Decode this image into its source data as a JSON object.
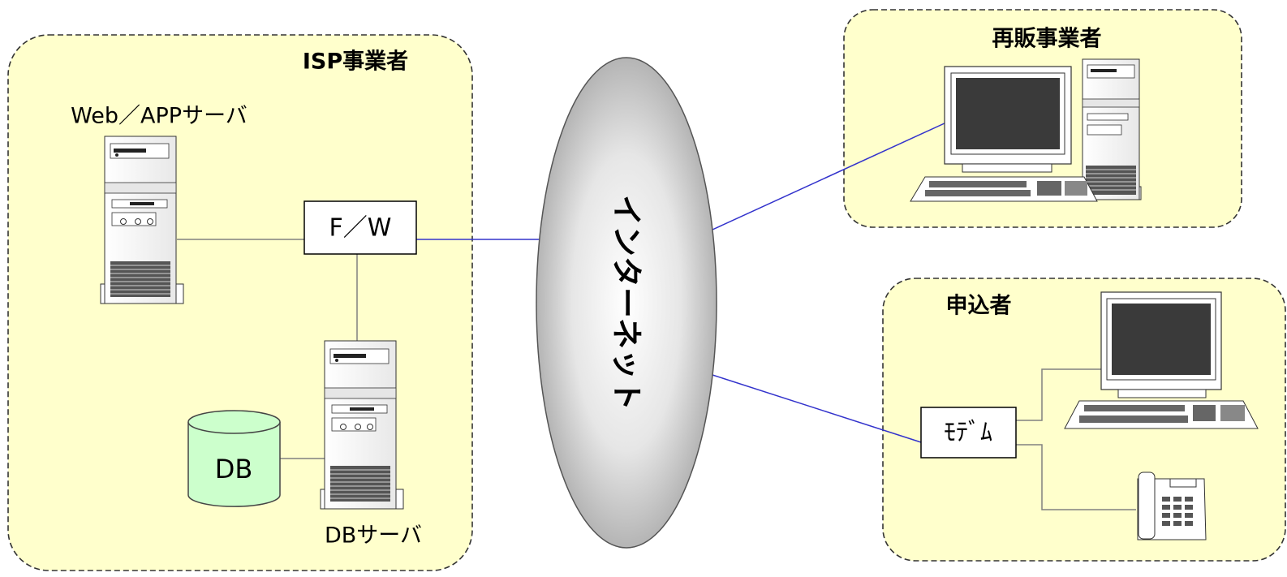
{
  "groups": {
    "isp": "ISP事業者",
    "reseller": "再販事業者",
    "applicant": "申込者"
  },
  "nodes": {
    "web_app_server": "Web／APPサーバ",
    "firewall": "F／W",
    "db": "DB",
    "db_server": "DBサーバ",
    "internet": "インターネット",
    "modem": "ﾓﾃﾞﾑ"
  },
  "colors": {
    "zone_fill": "#ffffcc",
    "zone_border": "#333333",
    "db_fill": "#ccffcc",
    "link_blue": "#3333cc",
    "link_gray": "#808080"
  }
}
